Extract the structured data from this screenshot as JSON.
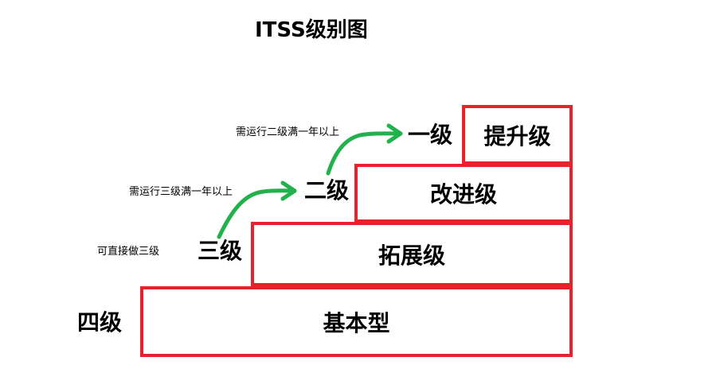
{
  "title": "ITSS级别图",
  "colors": {
    "box_border": "#e8222a",
    "arrow": "#22b14c"
  },
  "boxes": [
    {
      "label": "提升级"
    },
    {
      "label": "改进级"
    },
    {
      "label": "拓展级"
    },
    {
      "label": "基本型"
    }
  ],
  "levels": {
    "one": "一级",
    "two": "二级",
    "three": "三级",
    "four": "四级"
  },
  "notes": {
    "to_level_one": "需运行二级满一年以上",
    "to_level_two": "需运行三级满一年以上",
    "direct_level_three": "可直接做三级"
  }
}
